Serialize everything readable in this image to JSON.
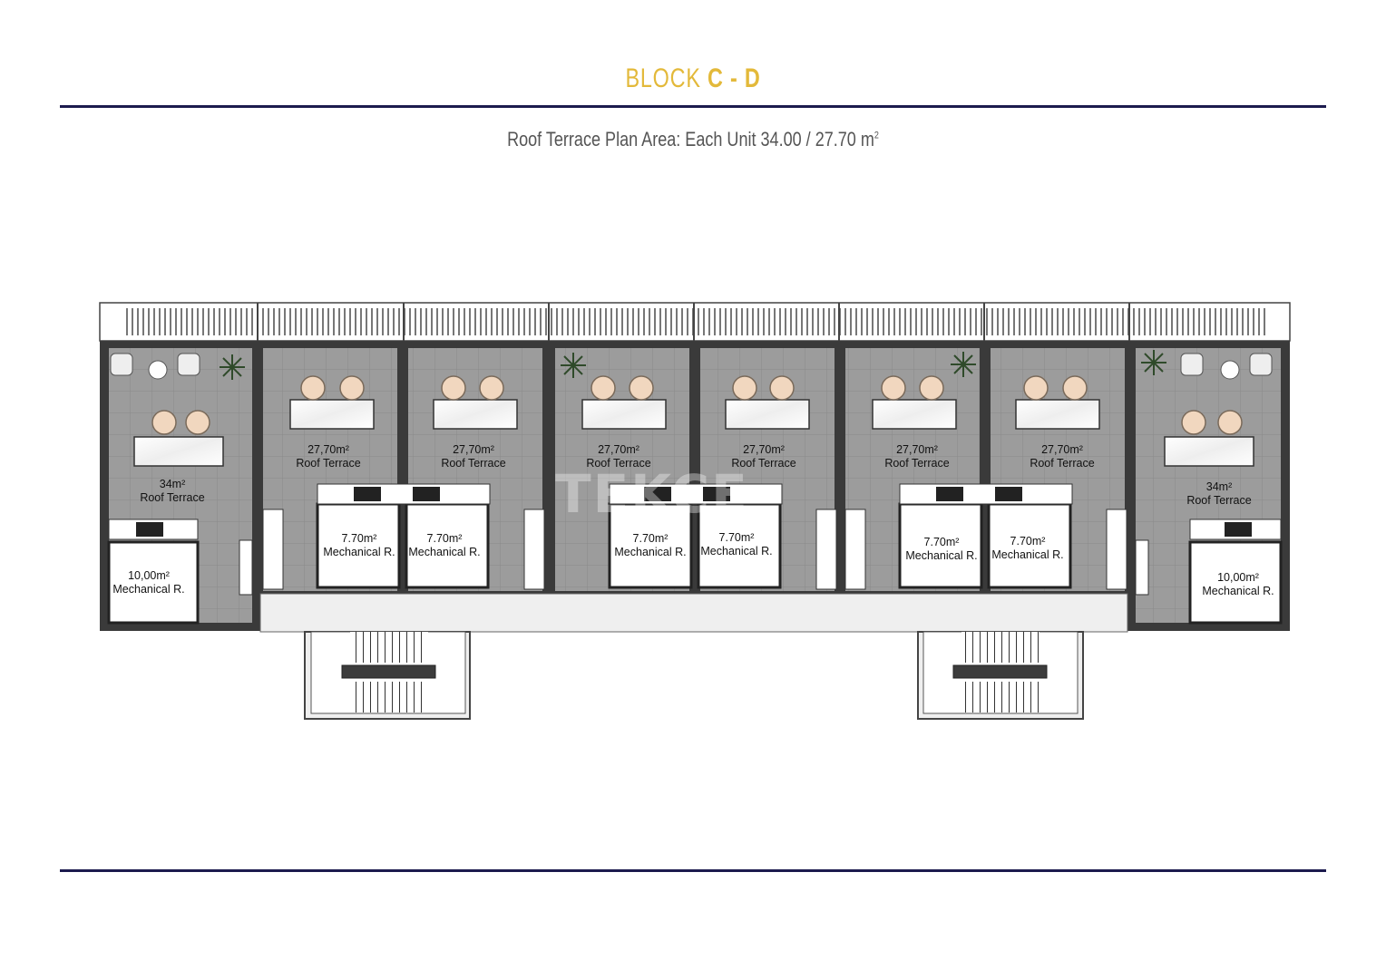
{
  "header": {
    "title_prefix": "BLOCK ",
    "title_bold": "C - D",
    "subtitle": "Roof Terrace Plan Area: Each Unit 34.00 / 27.70 m",
    "subtitle_sup": "2"
  },
  "watermark": "TEKCE",
  "units": [
    {
      "terrace_area": "34m²",
      "terrace_label": "Roof Terrace",
      "mech_area": "10,00m²",
      "mech_label": "Mechanical R."
    },
    {
      "terrace_area": "27,70m²",
      "terrace_label": "Roof Terrace",
      "mech_area": "7.70m²",
      "mech_label": "Mechanical R."
    },
    {
      "terrace_area": "27,70m²",
      "terrace_label": "Roof Terrace",
      "mech_area": "7.70m²",
      "mech_label": "Mechanical R."
    },
    {
      "terrace_area": "27,70m²",
      "terrace_label": "Roof Terrace",
      "mech_area": "7.70m²",
      "mech_label": "Mechanical R."
    },
    {
      "terrace_area": "27,70m²",
      "terrace_label": "Roof Terrace",
      "mech_area": "7.70m²",
      "mech_label": "Mechanical R."
    },
    {
      "terrace_area": "27,70m²",
      "terrace_label": "Roof Terrace",
      "mech_area": "7.70m²",
      "mech_label": "Mechanical R."
    },
    {
      "terrace_area": "27,70m²",
      "terrace_label": "Roof Terrace",
      "mech_area": "7.70m²",
      "mech_label": "Mechanical R."
    },
    {
      "terrace_area": "34m²",
      "terrace_label": "Roof Terrace",
      "mech_area": "10,00m²",
      "mech_label": "Mechanical R."
    }
  ],
  "colors": {
    "accent": "#e3b93a",
    "rule": "#1c1b4e",
    "floor": "#9a9a9a",
    "wall": "#3a3a3a"
  }
}
